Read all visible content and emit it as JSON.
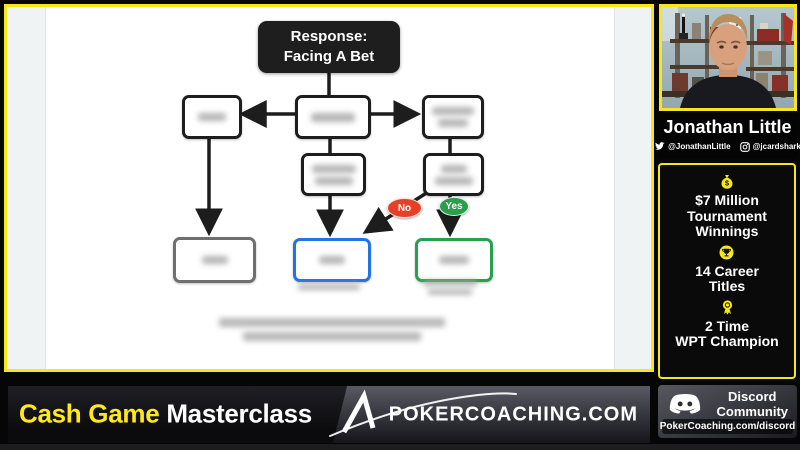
{
  "slide": {
    "title": {
      "line1": "Response:",
      "line2": "Facing A Bet"
    },
    "badges": {
      "no": "No",
      "yes": "Yes"
    }
  },
  "sidebar": {
    "presenter": {
      "name": "Jonathan Little",
      "twitter": "@JonathanLittle",
      "instagram": "@jcardshark"
    },
    "achievements": [
      {
        "icon": "money-bag-icon",
        "lines": [
          "$7 Million",
          "Tournament",
          "Winnings"
        ]
      },
      {
        "icon": "trophy-icon",
        "lines": [
          "14 Career",
          "Titles"
        ]
      },
      {
        "icon": "medal-icon",
        "lines": [
          "2 Time",
          "WPT Champion"
        ]
      }
    ],
    "discord": {
      "title_line1": "Discord",
      "title_line2": "Community",
      "url": "PokerCoaching.com/discord"
    }
  },
  "footer": {
    "course": {
      "highlight": "Cash Game",
      "rest": "Masterclass"
    },
    "brand": "POKERCOACHING.COM"
  },
  "colors": {
    "frame_yellow": "#f6e71b",
    "no_red": "#e64028",
    "yes_green": "#2a9e4a",
    "call_blue": "#2273e6",
    "raise_green": "#28a04c"
  }
}
